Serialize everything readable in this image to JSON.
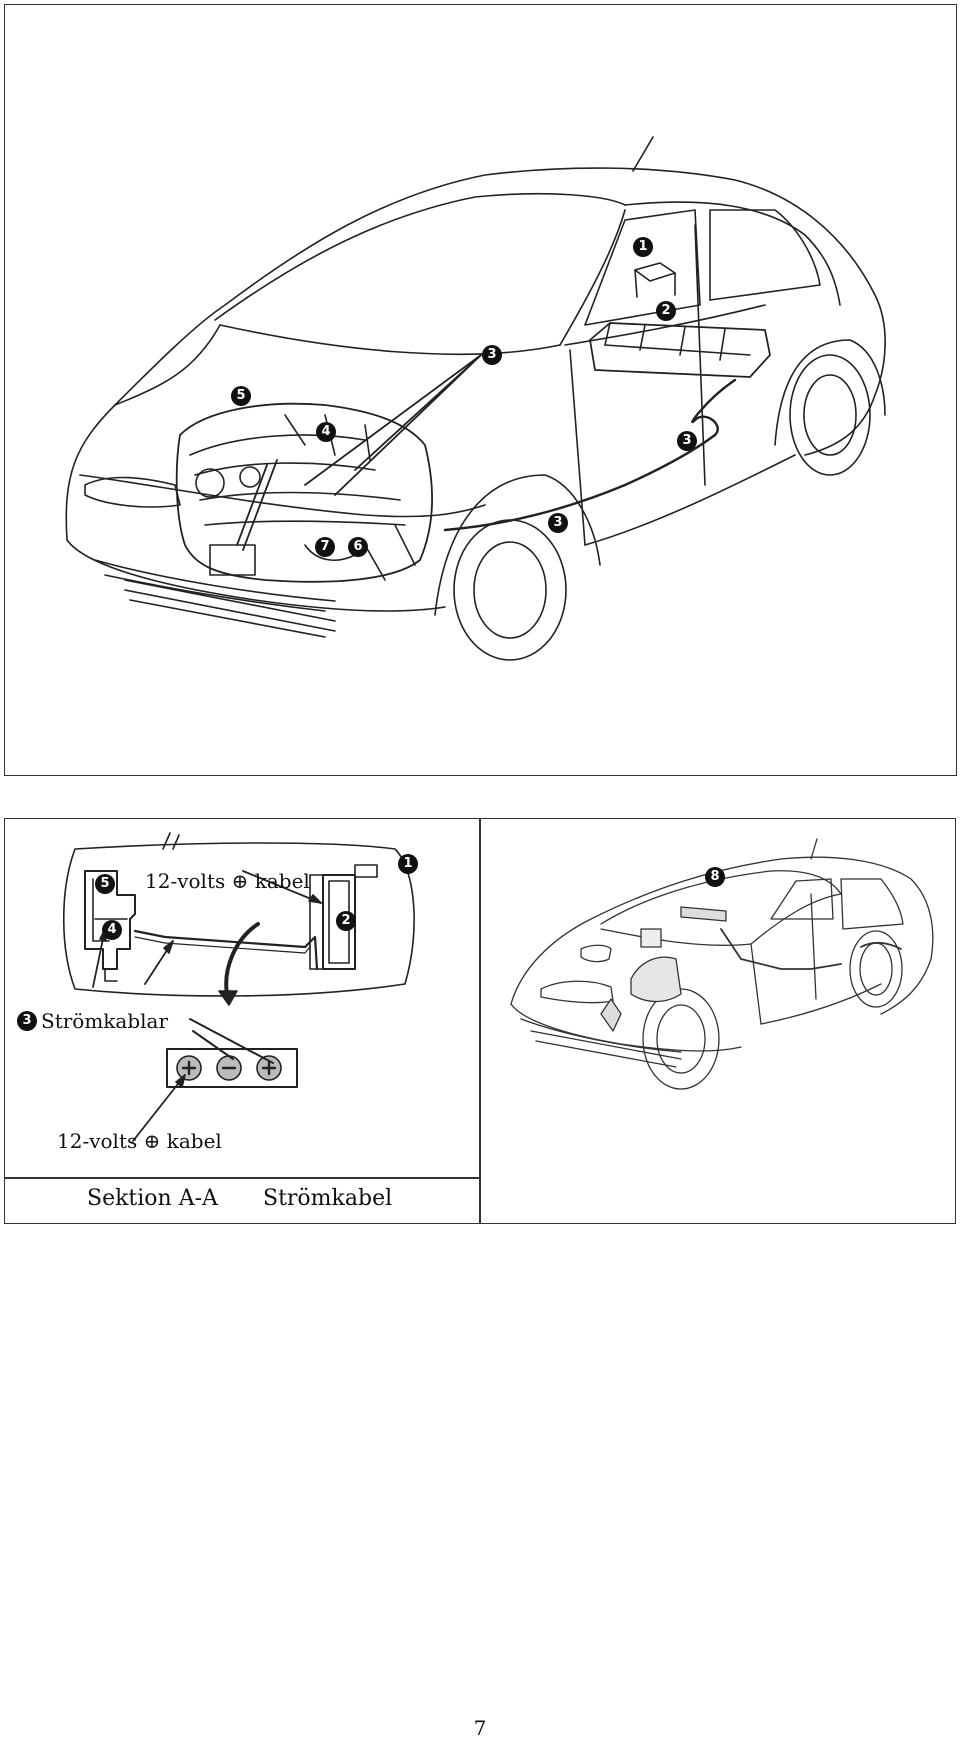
{
  "top_figure": {
    "callouts": [
      "1",
      "2",
      "3",
      "3",
      "3",
      "4",
      "5",
      "6",
      "7"
    ]
  },
  "section_a": {
    "label_cable_top": "12-volts ⊕ kabel",
    "label_power_cables": "Strömkablar",
    "label_cable_bottom": "12-volts ⊕ kabel",
    "callouts": [
      "1",
      "2",
      "3",
      "4",
      "5"
    ],
    "caption_left": "Sektion A-A",
    "caption_right": "Strömkabel"
  },
  "right_figure": {
    "callouts": [
      "8"
    ]
  },
  "page_number": "7"
}
